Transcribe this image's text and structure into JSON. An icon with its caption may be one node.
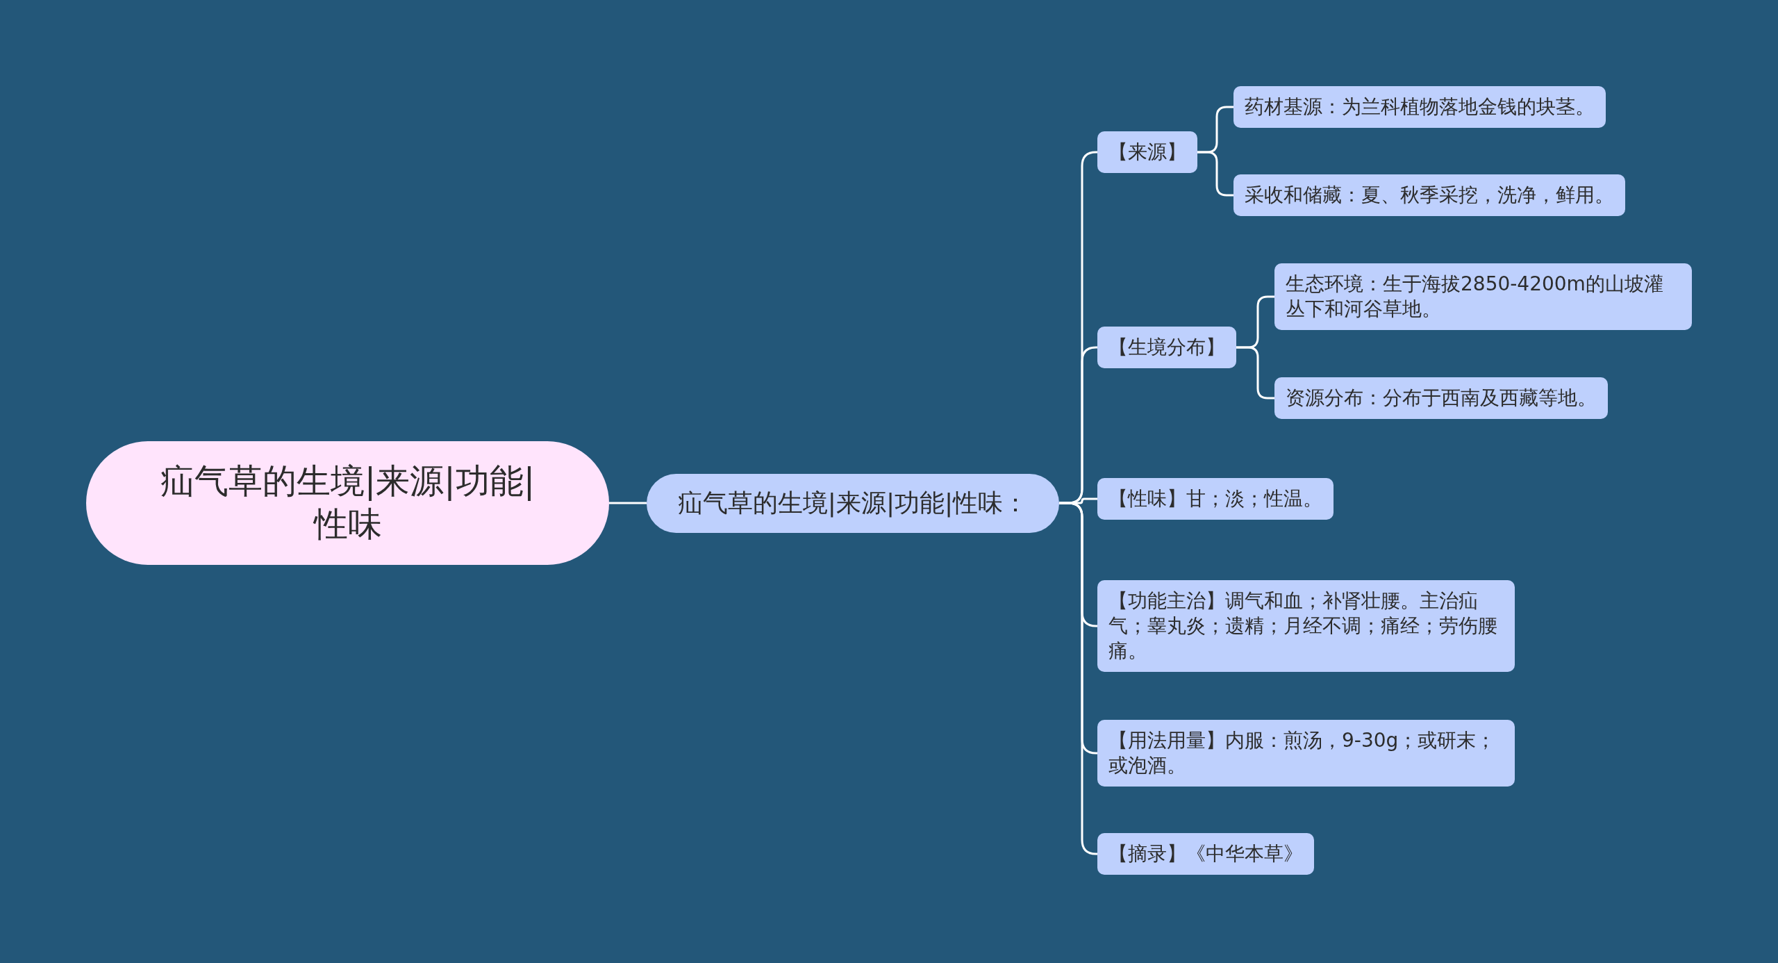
{
  "diagram": {
    "nodes": [
      {
        "text": [
          "疝气草的生境|来源|功能|性味"
        ]
      },
      {
        "text": [
          "疝气草的生境|来源|功能|性味："
        ]
      },
      {
        "text": [
          "【来源】"
        ]
      },
      {
        "text": [
          "药材基源：为兰科植物落地金钱的块茎。"
        ]
      },
      {
        "text": [
          "采收和储藏：夏、秋季采挖，洗净，鲜用。"
        ]
      },
      {
        "text": [
          "【生境分布】"
        ]
      },
      {
        "text": [
          "生态环境：生于海拔2850-4200m的山坡灌丛下和河谷草地。"
        ]
      },
      {
        "text": [
          "资源分布：分布于西南及西藏等地。"
        ]
      },
      {
        "text": [
          "【性味】甘；淡；性温。"
        ]
      },
      {
        "text": [
          "【功能主治】调气和血；补肾壮腰。主治疝气；睾丸炎；遗精；月经不调；痛经；劳伤腰痛。"
        ]
      },
      {
        "text": [
          "【用法用量】内服：煎汤，9-30g；或研末；或泡酒。"
        ]
      },
      {
        "text": [
          "【摘录】《中华本草》"
        ]
      }
    ],
    "edges": [
      {
        "from": 0,
        "to": 1,
        "arrow": "none"
      },
      {
        "from": 1,
        "to": 2,
        "arrow": "none"
      },
      {
        "from": 2,
        "to": 3,
        "arrow": "none"
      },
      {
        "from": 2,
        "to": 4,
        "arrow": "none"
      },
      {
        "from": 1,
        "to": 5,
        "arrow": "none"
      },
      {
        "from": 5,
        "to": 6,
        "arrow": "none"
      },
      {
        "from": 5,
        "to": 7,
        "arrow": "none"
      },
      {
        "from": 1,
        "to": 8,
        "arrow": "none"
      },
      {
        "from": 1,
        "to": 9,
        "arrow": "none"
      },
      {
        "from": 1,
        "to": 10,
        "arrow": "none"
      },
      {
        "from": 1,
        "to": 11,
        "arrow": "none"
      }
    ]
  }
}
